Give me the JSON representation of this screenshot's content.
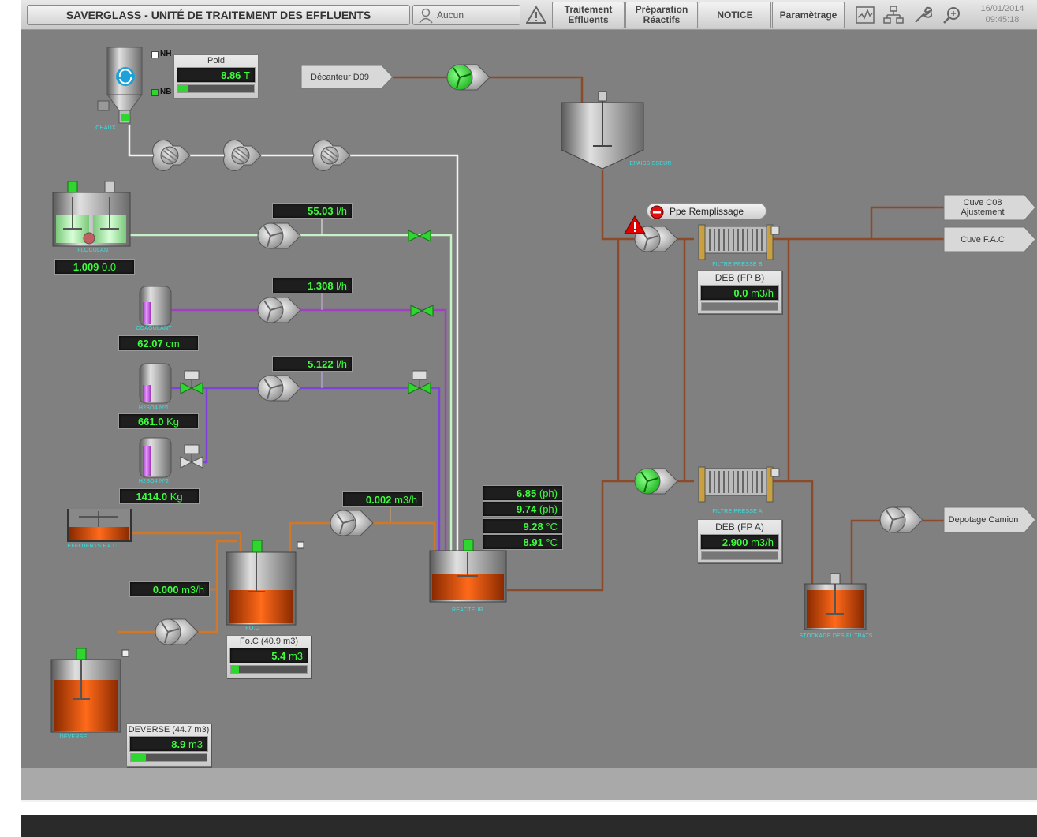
{
  "header": {
    "title": "SAVERGLASS - UNITÉ DE TRAITEMENT DES EFFLUENTS",
    "user": "Aucun",
    "nav": [
      {
        "l1": "Traitement",
        "l2": "Effluents"
      },
      {
        "l1": "Préparation",
        "l2": "Réactifs"
      },
      {
        "l1": "NOTICE",
        "l2": ""
      },
      {
        "l1": "Paramètrage",
        "l2": ""
      }
    ],
    "date": "16/01/2014",
    "time": "09:45:18"
  },
  "chaux": {
    "tag": "CHAUX",
    "nh": "NH",
    "nb": "NB",
    "poid_title": "Poid",
    "poid_value": "8.86",
    "poid_unit": "T",
    "poid_level": 0.12
  },
  "decanteur": {
    "label": "Décanteur D09"
  },
  "epaississeur": {
    "tag": "EPAISSISSEUR"
  },
  "floculant": {
    "tag": "FLOCULANT",
    "value": "1.009",
    "value2": "0.0",
    "flow": "55.03",
    "flow_unit": "l/h"
  },
  "coagulant": {
    "tag": "COAGULANT",
    "value": "62.07",
    "unit": "cm",
    "flow": "1.308",
    "flow_unit": "l/h"
  },
  "h2so4_1": {
    "tag": "H2SO4 Nº1",
    "value": "661.0",
    "unit": "Kg",
    "flow": "5.122",
    "flow_unit": "l/h"
  },
  "h2so4_2": {
    "tag": "H2SO4 Nº2",
    "value": "1414.0",
    "unit": "Kg"
  },
  "effluents": {
    "tag": "EFFLUENTS F.A.C"
  },
  "foc": {
    "tag": "FO.C",
    "flow": "0.002",
    "flow_unit": "m3/h",
    "flow2": "0.000",
    "flow2_unit": "m3/h",
    "panel_title": "Fo.C (40.9 m3)",
    "panel_value": "5.4",
    "panel_unit": "m3",
    "level": 0.1
  },
  "reacteur": {
    "tag": "REACTEUR",
    "ph1": "6.85",
    "ph2": "9.74",
    "ph_unit": "(ph)",
    "t1": "9.28",
    "t2": "8.91",
    "t_unit": "°C"
  },
  "deverse": {
    "tag": "DEVERSE",
    "panel_title": "DEVERSE (44.7 m3)",
    "value": "8.9",
    "unit": "m3",
    "level": 0.2
  },
  "filtre_b": {
    "tag": "FILTRE PRESSE B",
    "deb_title": "DEB (FP B)",
    "value": "0.0",
    "unit": "m3/h"
  },
  "filtre_a": {
    "tag": "FILTRE PRESSE A",
    "deb_title": "DEB (FP A)",
    "value": "2.900",
    "unit": "m3/h"
  },
  "alarm": {
    "label": "Ppe Remplissage"
  },
  "outputs": {
    "cuve_c08_l1": "Cuve C08",
    "cuve_c08_l2": "Ajustement",
    "cuve_fac": "Cuve F.A.C",
    "depotage": "Depotage Camion"
  },
  "filtrats": {
    "tag": "STOCKAGE DES FILTRATS"
  },
  "colors": {
    "brown": "#8b4a2a",
    "orange": "#d07828",
    "white": "#f2f2f2",
    "light_green": "#c8f0c8",
    "purple": "#a040c0",
    "violet": "#8040e0",
    "lcd_green": "#3cff3c",
    "tag_cyan": "#38e1e1"
  }
}
